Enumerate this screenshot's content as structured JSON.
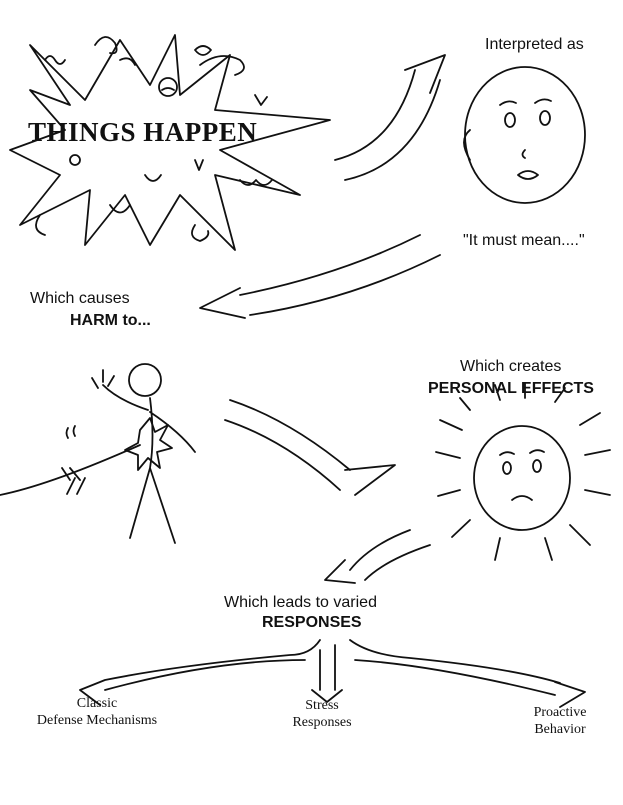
{
  "steps": {
    "things_happen": "THINGS HAPPEN",
    "interpreted_as": "Interpreted as",
    "it_must_mean": "\"It must mean....\"",
    "which_causes": "Which causes",
    "harm_to": "HARM to...",
    "which_creates": "Which creates",
    "personal_effects": "PERSONAL EFFECTS",
    "which_leads": "Which leads to varied",
    "responses": "RESPONSES"
  },
  "outcomes": {
    "classic_line1": "Classic",
    "classic_line2": "Defense Mechanisms",
    "stress_line1": "Stress",
    "stress_line2": "Responses",
    "proactive_line1": "Proactive",
    "proactive_line2": "Behavior"
  },
  "colors": {
    "ink": "#111111",
    "paper": "#ffffff"
  }
}
